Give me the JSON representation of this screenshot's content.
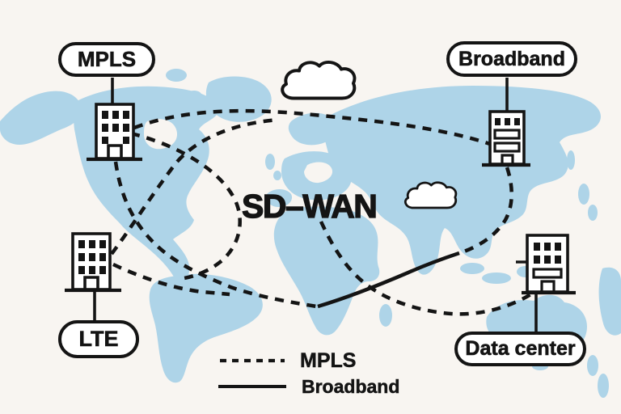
{
  "title": "SD–WAN",
  "nodes": {
    "mpls": {
      "label": "MPLS"
    },
    "broadband": {
      "label": "Broadband"
    },
    "lte": {
      "label": "LTE"
    },
    "datacenter": {
      "label": "Data center"
    }
  },
  "legend": {
    "items": [
      {
        "label": "MPLS",
        "line_style": "dashed"
      },
      {
        "label": "Broadband",
        "line_style": "solid"
      }
    ]
  },
  "connections": [
    {
      "from": "MPLS site",
      "to": "Broadband site",
      "line": "dashed"
    },
    {
      "from": "MPLS site",
      "to": "LTE site",
      "line": "dashed"
    },
    {
      "from": "LTE site",
      "to": "center",
      "line": "dashed"
    },
    {
      "from": "center",
      "to": "Data center",
      "line": "dashed"
    },
    {
      "from": "Broadband site",
      "to": "center",
      "line": "dashed then solid"
    }
  ],
  "colors": {
    "map_landmass": "#aed4e8",
    "background": "#f8f5f1",
    "ink": "#141414",
    "cloud_fill": "#ffffff"
  },
  "icons": [
    "cloud-icon",
    "office-building-icon",
    "server-building-icon",
    "data-center-building-icon"
  ]
}
